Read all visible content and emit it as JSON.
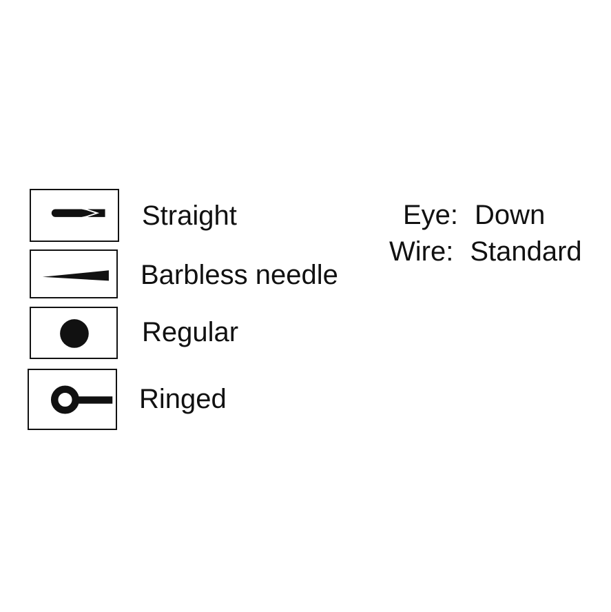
{
  "legend": {
    "items": [
      {
        "label": "Straight",
        "icon": "straight-eye-shank-icon"
      },
      {
        "label": "Barbless needle",
        "icon": "barbless-needle-point-icon"
      },
      {
        "label": "Regular",
        "icon": "regular-dot-icon"
      },
      {
        "label": "Ringed",
        "icon": "ringed-eye-icon"
      }
    ]
  },
  "specs": [
    {
      "key": "Eye:",
      "value": "Down"
    },
    {
      "key": "Wire:",
      "value": "Standard"
    }
  ],
  "colors": {
    "ink": "#111111",
    "background": "#ffffff"
  }
}
